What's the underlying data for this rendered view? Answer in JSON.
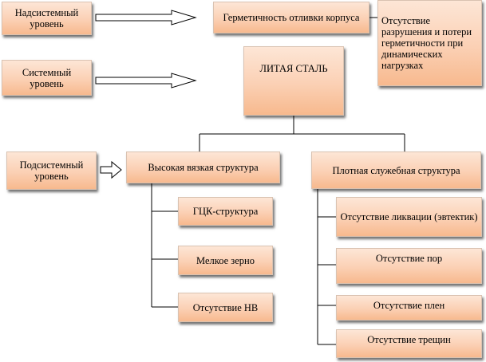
{
  "levels": {
    "supersystem": "Надсистемный уровень",
    "system": "Системный уровень",
    "subsystem": "Подсистемный уровень"
  },
  "nodes": {
    "hermeticity": "Герметичность отливки корпуса",
    "no_destruction": "Отсутствие разрушения и потери герметичности при динамических нагрузках",
    "cast_steel": "ЛИТАЯ СТАЛЬ",
    "high_viscous_structure": "Высокая вязкая структура",
    "dense_service_structure": "Плотная служебная структура",
    "fcc_structure": "ГЦК-структура",
    "fine_grain": "Мелкое зерно",
    "no_nonmetallic_inclusions": "Отсутствие НВ",
    "no_segregation": "Отсутствие ликвации (эвтектик)",
    "no_pores": "Отсутствие пор",
    "no_films": "Отсутствие плен",
    "no_cracks": "Отсутствие трещин"
  },
  "colors": {
    "box_light": "#fde6d6",
    "box_dark": "#f7b98e",
    "line": "#000000"
  }
}
